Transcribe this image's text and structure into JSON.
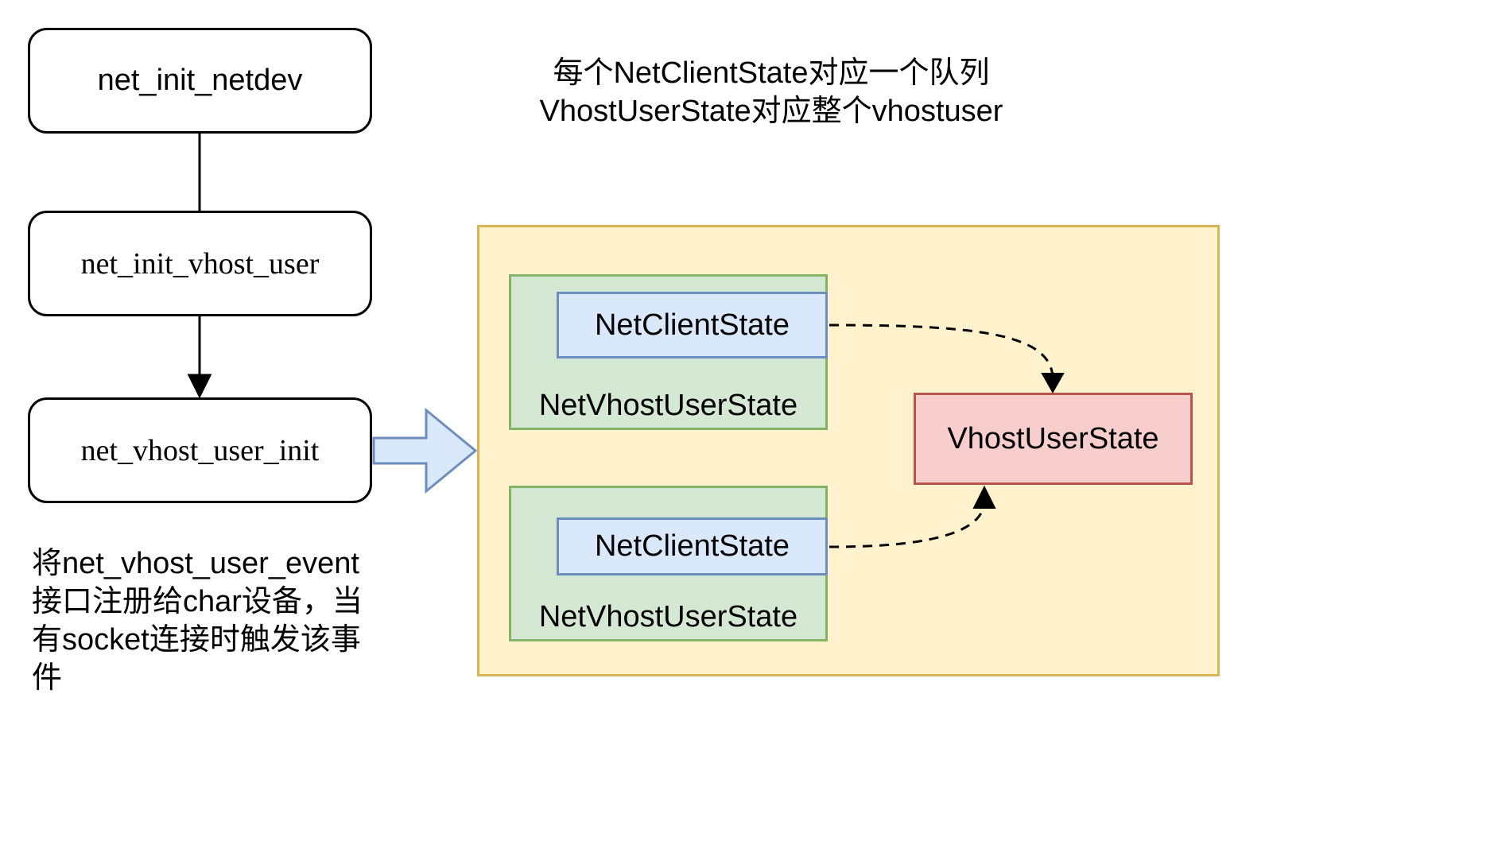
{
  "nodes": {
    "net_init_netdev": "net_init_netdev",
    "net_init_vhost_user": "net_init_vhost_user",
    "net_vhost_user_init": "net_vhost_user_init"
  },
  "note_top": {
    "line1": "每个NetClientState对应一个队列",
    "line2": "VhostUserState对应整个vhostuser"
  },
  "note_bottom": {
    "line1": "将net_vhost_user_event",
    "line2": "接口注册给char设备，当",
    "line3": "有socket连接时触发该事",
    "line4": "件"
  },
  "container": {
    "groups": [
      {
        "inner": "NetClientState",
        "outer": "NetVhostUserState"
      },
      {
        "inner": "NetClientState",
        "outer": "NetVhostUserState"
      }
    ],
    "target": "VhostUserState"
  },
  "colors": {
    "container_fill": "#fff2cc",
    "container_stroke": "#d6b656",
    "group_fill": "#d5e8d4",
    "group_stroke": "#82b366",
    "inner_fill": "#dae8fc",
    "inner_stroke": "#6c8ebf",
    "target_fill": "#f8cecc",
    "target_stroke": "#b85450"
  }
}
